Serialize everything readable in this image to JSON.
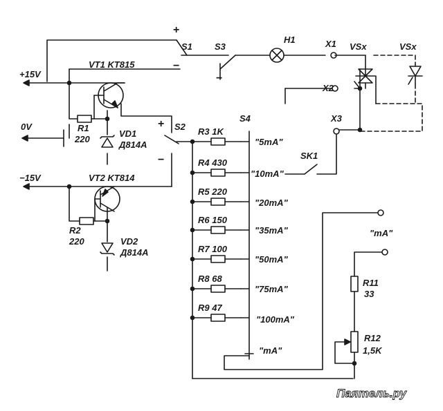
{
  "labels": {
    "s1": "S1",
    "s3": "S3",
    "h1": "H1",
    "x1": "X1",
    "x2": "X2",
    "x3": "X3",
    "vsx_a": "VSx",
    "vsx_b": "VSx",
    "vt1": "VT1 KT815",
    "vt2": "VT2 KT814",
    "pos15": "+15V",
    "zero": "0V",
    "neg15": "−15V",
    "r1": "R1",
    "r1_val": "220",
    "r2": "R2",
    "r2_val": "220",
    "vd1": "VD1",
    "vd1_type": "Д814A",
    "vd2": "VD2",
    "vd2_type": "Д814A",
    "s2": "S2",
    "s4": "S4",
    "sk1": "SK1",
    "r3": "R3 1K",
    "r4": "R4 430",
    "r5": "R5 220",
    "r6": "R6 150",
    "r7": "R7 100",
    "r8": "R8 68",
    "r9": "R9 47",
    "r11": "R11",
    "r11_val": "33",
    "r12": "R12",
    "r12_val": "1,5K",
    "sw_5": "\"5mA\"",
    "sw_10": "\"10mA\"",
    "sw_20": "\"20mA\"",
    "sw_35": "\"35mA\"",
    "sw_50": "\"50mA\"",
    "sw_75": "\"75mA\"",
    "sw_100": "\"100mA\"",
    "sw_ma": "\"mA\"",
    "out_ma": "\"mA\"",
    "plus_s1": "+",
    "minus_s1": "−",
    "plus_s2": "+",
    "minus_s2": "−",
    "minus_s3": "−",
    "watermark": "Паятель.ру"
  }
}
